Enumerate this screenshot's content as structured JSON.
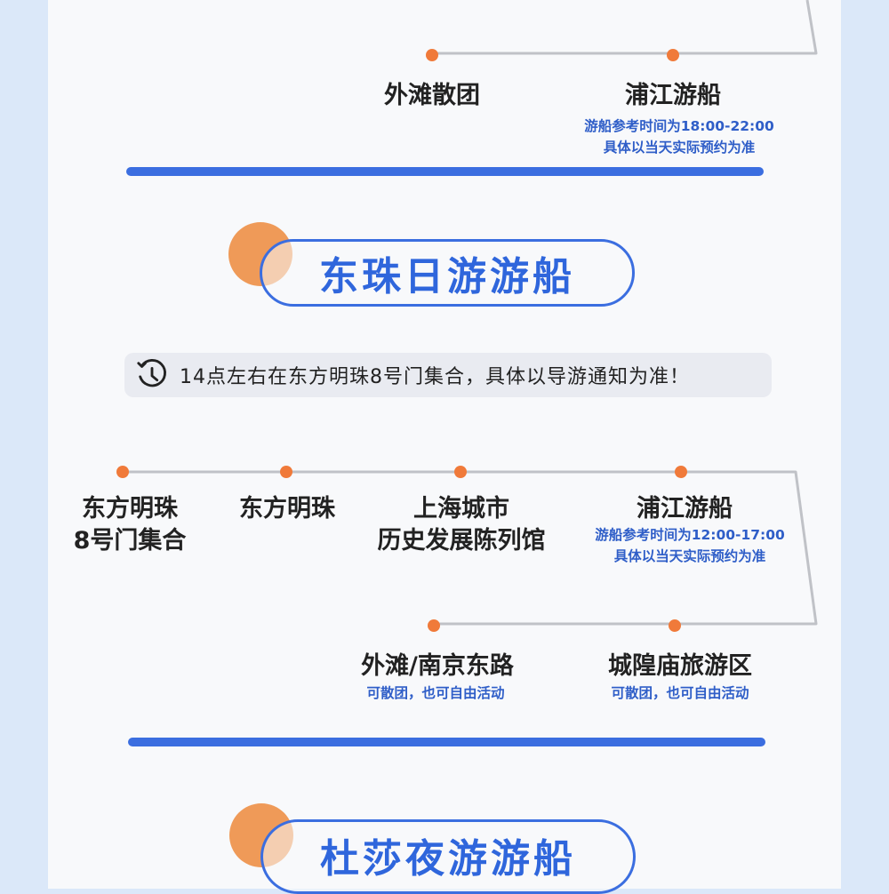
{
  "top_route": {
    "stops": [
      {
        "name": "外滩散团",
        "notes": []
      },
      {
        "name": "浦江游船",
        "notes": [
          "游船参考时间为18:00-22:00",
          "具体以当天实际预约为准"
        ]
      }
    ]
  },
  "section_day": {
    "title": "东珠日游游船",
    "notice": "14点左右在东方明珠8号门集合，具体以导游通知为准！",
    "route_row1": [
      {
        "name_lines": [
          "东方明珠",
          "8号门集合"
        ],
        "notes": []
      },
      {
        "name_lines": [
          "东方明珠"
        ],
        "notes": []
      },
      {
        "name_lines": [
          "上海城市",
          "历史发展陈列馆"
        ],
        "notes": []
      },
      {
        "name_lines": [
          "浦江游船"
        ],
        "notes": [
          "游船参考时间为12:00-17:00",
          "具体以当天实际预约为准"
        ]
      }
    ],
    "route_row2": [
      {
        "name": "外滩/南京东路",
        "notes": [
          "可散团，也可自由活动"
        ]
      },
      {
        "name": "城隍庙旅游区",
        "notes": [
          "可散团，也可自由活动"
        ]
      }
    ]
  },
  "section_night": {
    "title": "杜莎夜游游船"
  },
  "colors": {
    "accent_blue": "#3b6ee0",
    "accent_orange": "#f07a3a",
    "route_line": "#c0c2c7",
    "background": "#dbe8f9"
  },
  "icons": {
    "notice": "clock-icon"
  }
}
